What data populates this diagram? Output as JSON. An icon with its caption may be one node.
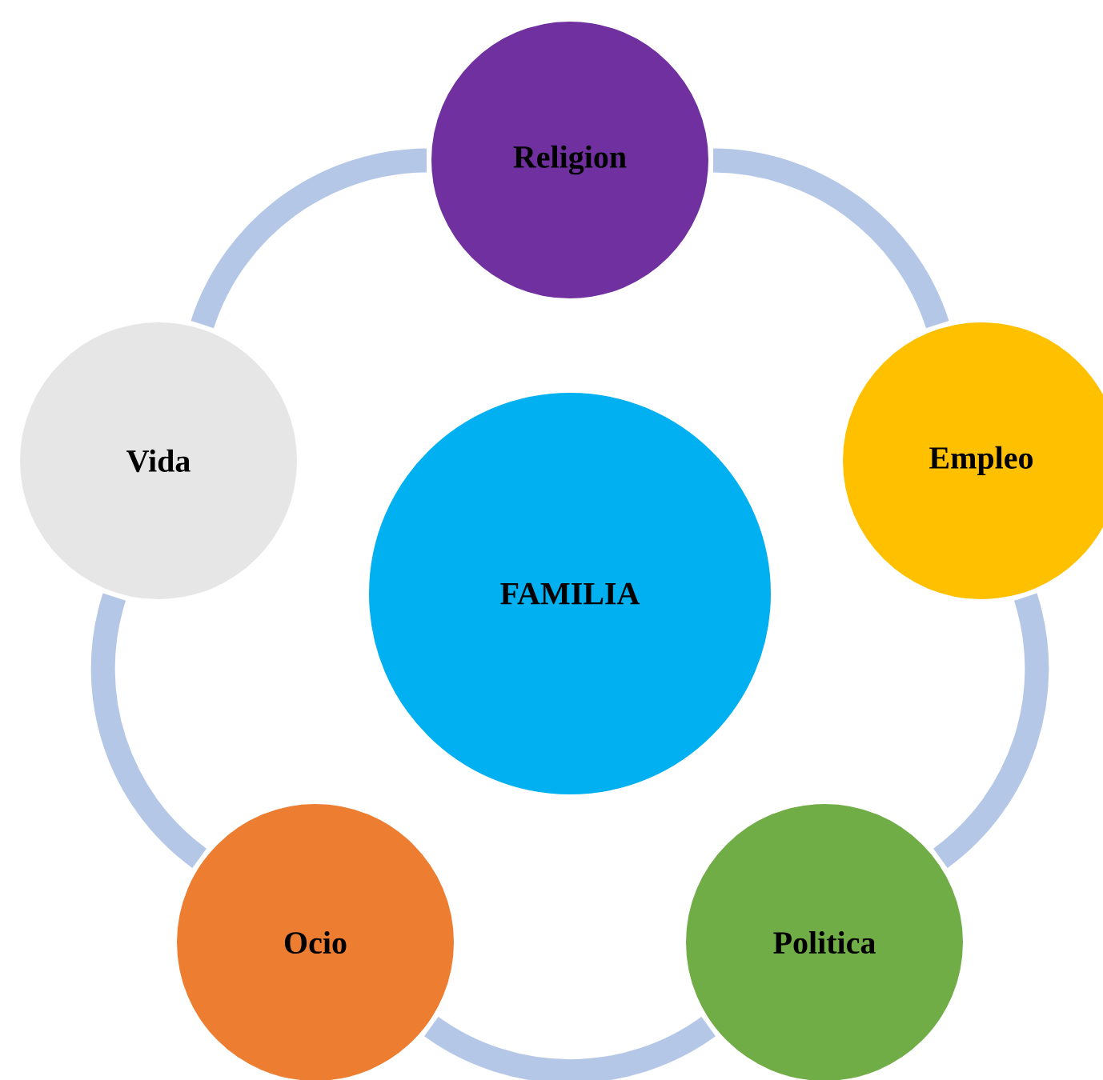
{
  "diagram": {
    "nodes": [
      {
        "text": [
          "Religion"
        ]
      },
      {
        "text": [
          "Vida"
        ]
      },
      {
        "text": [
          "Empleo"
        ]
      },
      {
        "text": [
          "FAMILIA"
        ]
      },
      {
        "text": [
          "Ocio"
        ]
      },
      {
        "text": [
          "Politica"
        ]
      }
    ],
    "edges": [
      {
        "from": 0,
        "to": 2,
        "arrow": "none"
      },
      {
        "from": 2,
        "to": 5,
        "arrow": "none"
      },
      {
        "from": 5,
        "to": 4,
        "arrow": "none"
      },
      {
        "from": 4,
        "to": 1,
        "arrow": "none"
      },
      {
        "from": 1,
        "to": 0,
        "arrow": "none"
      }
    ]
  }
}
